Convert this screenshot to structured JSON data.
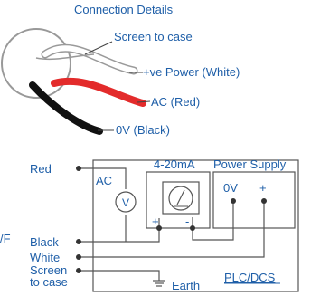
{
  "header": {
    "title": "Connection Details"
  },
  "cable": {
    "screen_label": "Screen to case",
    "power_label": "+ve Power (White)",
    "ac_label": "AC (Red)",
    "zero_label": "0V (Black)"
  },
  "wiring": {
    "left_labels": {
      "red": "Red",
      "black": "Black",
      "white": "White",
      "screen_line1": "Screen",
      "screen_line2": "to case",
      "cut_off": "/F"
    },
    "ac_label": "AC",
    "voltmeter_symbol": "V",
    "loop_box_label": "4-20mA",
    "loop_plus": "+",
    "loop_minus": "-",
    "power_supply_label": "Power Supply",
    "ps_zero": "0V",
    "ps_plus": "+",
    "earth_label": "Earth",
    "plc_label": "PLC/DCS"
  },
  "colors": {
    "text": "#1f5fa8",
    "line": "#555555",
    "red_wire": "#e32b2b",
    "black_wire": "#111111",
    "white_wire_outline": "#aaaaaa"
  }
}
